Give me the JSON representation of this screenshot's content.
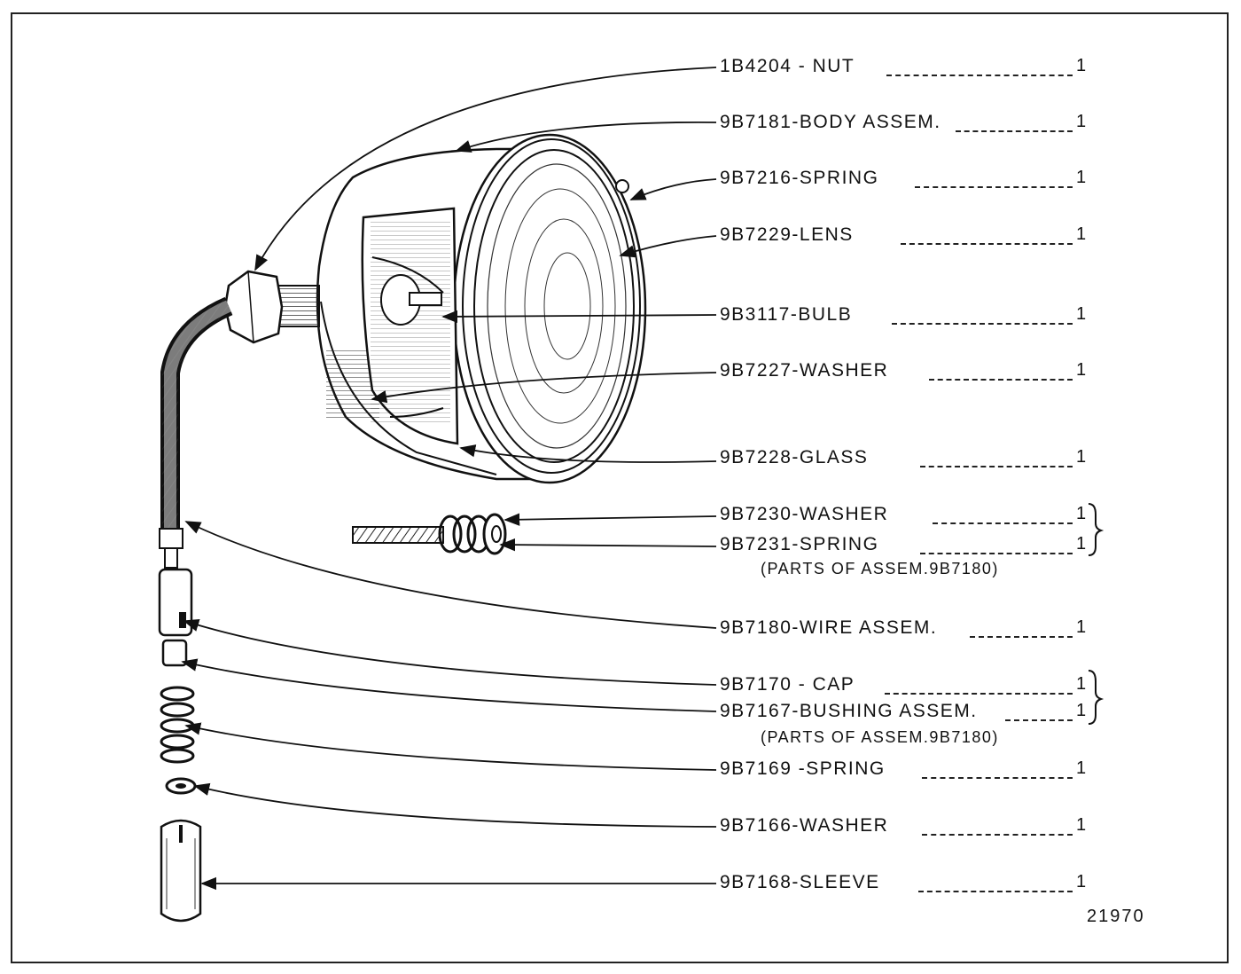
{
  "parts": [
    {
      "number": "1B4204",
      "name": "NUT",
      "qty": "1"
    },
    {
      "number": "9B7181",
      "name": "BODY ASSEM.",
      "qty": "1"
    },
    {
      "number": "9B7216",
      "name": "SPRING",
      "qty": "1"
    },
    {
      "number": "9B7229",
      "name": "LENS",
      "qty": "1"
    },
    {
      "number": "9B3117",
      "name": "BULB",
      "qty": "1"
    },
    {
      "number": "9B7227",
      "name": "WASHER",
      "qty": "1"
    },
    {
      "number": "9B7228",
      "name": "GLASS",
      "qty": "1"
    },
    {
      "number": "9B7230",
      "name": "WASHER",
      "qty": "1"
    },
    {
      "number": "9B7231",
      "name": "SPRING",
      "qty": "1"
    },
    {
      "number": "9B7180",
      "name": "WIRE ASSEM.",
      "qty": "1"
    },
    {
      "number": "9B7170",
      "name": "CAP",
      "qty": "1"
    },
    {
      "number": "9B7167",
      "name": "BUSHING ASSEM.",
      "qty": "1"
    },
    {
      "number": "9B7169",
      "name": "SPRING",
      "qty": "1"
    },
    {
      "number": "9B7166",
      "name": "WASHER",
      "qty": "1"
    },
    {
      "number": "9B7168",
      "name": "SLEEVE",
      "qty": "1"
    }
  ],
  "notes": [
    "(PARTS OF ASSEM.9B7180)",
    "(PARTS OF ASSEM.9B7180)"
  ],
  "figure_number": "21970"
}
